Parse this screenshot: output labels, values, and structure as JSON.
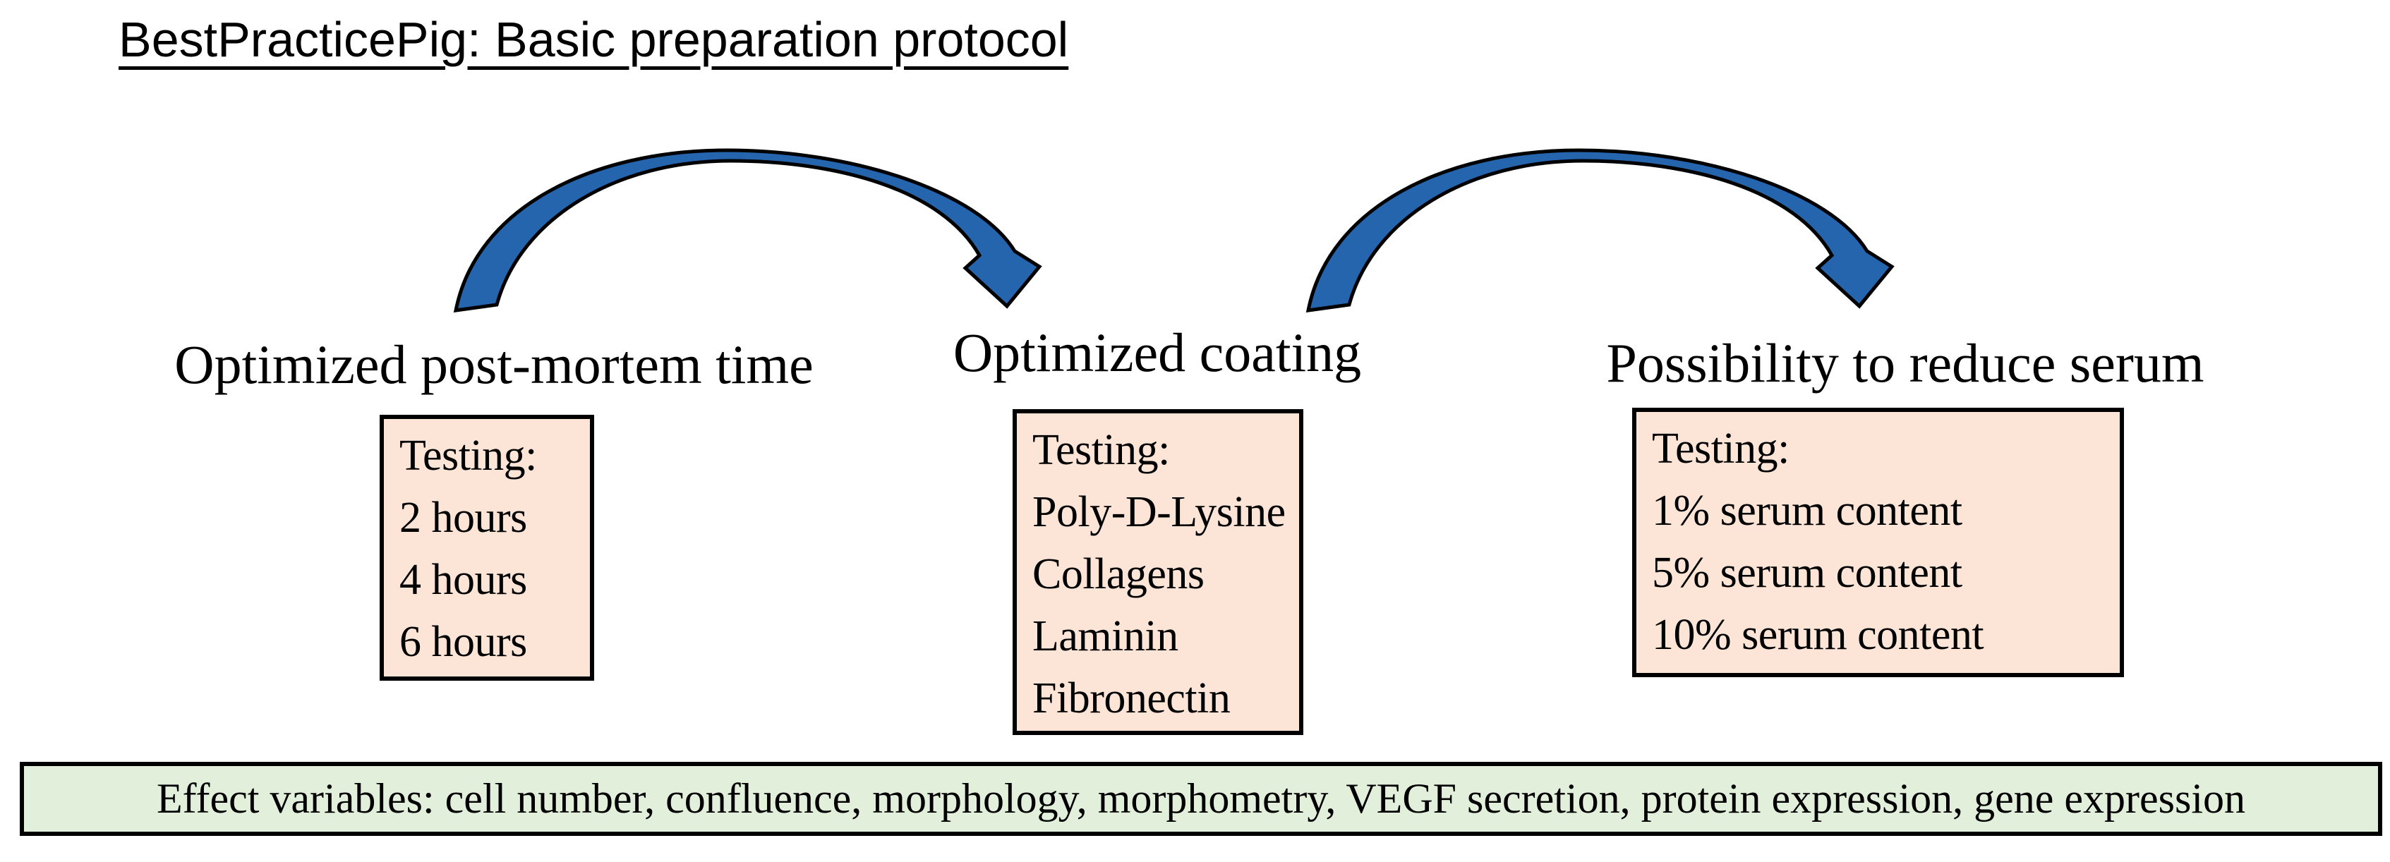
{
  "title": "BestPracticePig: Basic preparation protocol",
  "columns": [
    {
      "heading": "Optimized post-mortem time",
      "box": {
        "lines": [
          "Testing:",
          "2 hours",
          "4 hours",
          "6 hours"
        ]
      }
    },
    {
      "heading": "Optimized coating",
      "box": {
        "lines": [
          "Testing:",
          "Poly-D-Lysine",
          "Collagens",
          "Laminin",
          "Fibronectin"
        ]
      }
    },
    {
      "heading": "Possibility to reduce serum",
      "box": {
        "lines": [
          "Testing:",
          "1% serum content",
          "5% serum content",
          "10% serum content"
        ]
      }
    }
  ],
  "effect_bar": {
    "text": "Effect variables: cell number, confluence, morphology, morphometry, VEGF secretion, protein expression, gene expression"
  },
  "arrows": [
    {
      "name": "curved-arrow-step1-to-step2"
    },
    {
      "name": "curved-arrow-step2-to-step3"
    }
  ],
  "colors": {
    "box_fill": "#FCE4D6",
    "effect_bar_fill": "#E2EFDA",
    "arrow_fill": "#2565AE",
    "outline": "#000000"
  }
}
